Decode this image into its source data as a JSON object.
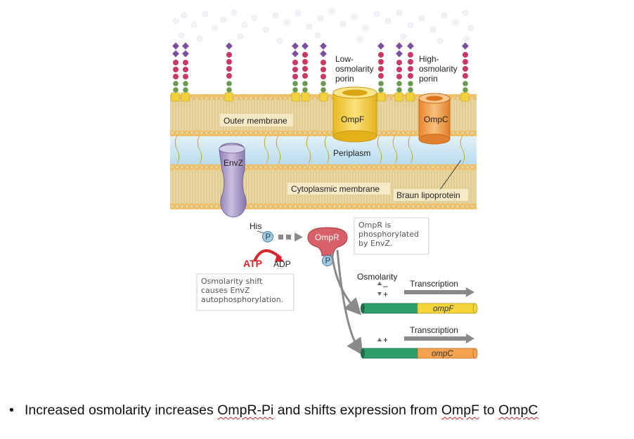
{
  "labels": {
    "low_porin": [
      "Low-",
      "osmolarity",
      "porin"
    ],
    "high_porin": [
      "High-",
      "osmolarity",
      "porin"
    ],
    "outer_membrane": "Outer membrane",
    "ompf_protein": "OmpF",
    "ompc_protein": "OmpC",
    "periplasm": "Periplasm",
    "envz": "EnvZ",
    "cytoplasmic_membrane": "Cytoplasmic membrane",
    "braun_lipoprotein": "Braun lipoprotein",
    "his": "His",
    "p_letter": "P",
    "ompr": "OmpR",
    "atp": "ATP",
    "adp": "ADP",
    "osmolarity": "Osmolarity",
    "minus": "–",
    "plus": "+",
    "transcription": "Transcription",
    "ompf_gene": "ompF",
    "ompc_gene": "ompC"
  },
  "notes": {
    "ompr_note": [
      "OmpR is",
      "phosphorylated",
      "by EnvZ."
    ],
    "envz_note": [
      "Osmolarity shift",
      "causes EnvZ",
      "autophosphorylation."
    ]
  },
  "bullet": {
    "symbol": "•",
    "before": "Increased osmolarity increases ",
    "term1": "OmpR-Pi",
    "middle": " and shifts expression from ",
    "term2": "OmpF",
    "connector": " to ",
    "term3": "OmpC"
  },
  "colors": {
    "lipid_head": "#f3c36b",
    "membrane_tail": "#e9d7a3",
    "water": "#bfe0ef",
    "porin_ompf": "#f2cf3c",
    "porin_ompc": "#f3a350",
    "envz": "#a79ac6",
    "ompr": "#d75f66",
    "phosphate": "#9ecbe6",
    "atp_red": "#d8262c",
    "gene_green": "#2f9f6a",
    "arrow_gray": "#8a8a8a"
  }
}
